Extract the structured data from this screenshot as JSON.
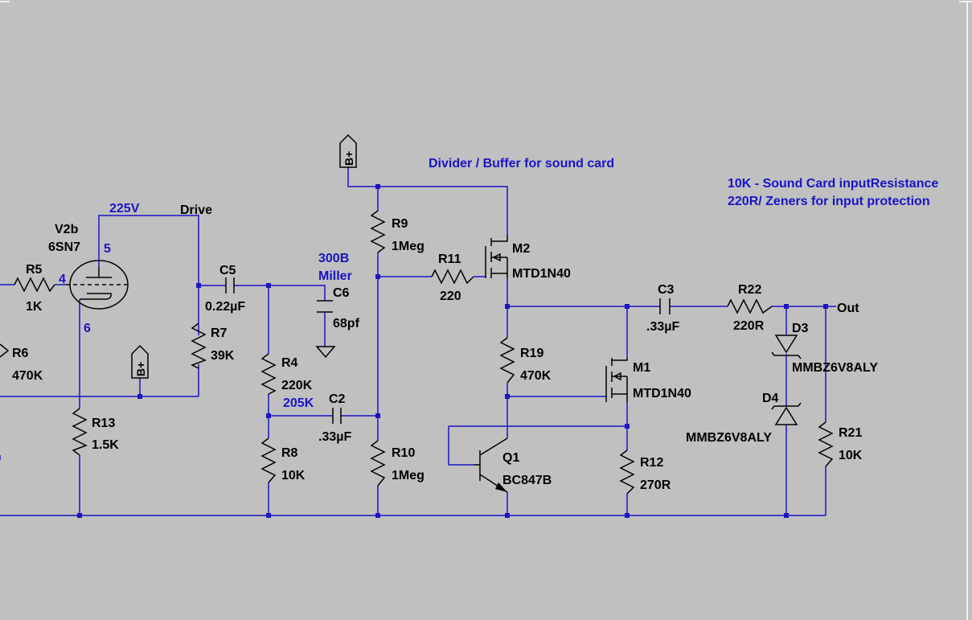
{
  "colors": {
    "background": "#c0c0c0",
    "wire": "#1b14c6",
    "component": "#000000",
    "annotation": "#1a14c8"
  },
  "comments": {
    "divider": "Divider / Buffer for sound card",
    "note1": "10K - Sound Card inputResistance",
    "note2": "220R/ Zeners for input protection"
  },
  "nets": {
    "plate_v": "225V",
    "drive": "Drive",
    "miller_a": "300B",
    "miller_b": "Miller",
    "tap": "205K",
    "out": "Out",
    "bplus": "B+"
  },
  "tube": {
    "ref": "V2b",
    "type": "6SN7",
    "pin_plate": "5",
    "pin_grid": "4",
    "pin_cathode": "6"
  },
  "parts": {
    "R5": {
      "ref": "R5",
      "value": "1K"
    },
    "R6": {
      "ref": "R6",
      "value": "470K"
    },
    "R13": {
      "ref": "R13",
      "value": "1.5K"
    },
    "R7": {
      "ref": "R7",
      "value": "39K"
    },
    "C5": {
      "ref": "C5",
      "value": "0.22µF"
    },
    "R4": {
      "ref": "R4",
      "value": "220K"
    },
    "R8": {
      "ref": "R8",
      "value": "10K"
    },
    "C6": {
      "ref": "C6",
      "value": "68pf"
    },
    "C2": {
      "ref": "C2",
      "value": ".33µF"
    },
    "R9": {
      "ref": "R9",
      "value": "1Meg"
    },
    "R10": {
      "ref": "R10",
      "value": "1Meg"
    },
    "R11": {
      "ref": "R11",
      "value": "220"
    },
    "M2": {
      "ref": "M2",
      "value": "MTD1N40"
    },
    "R19": {
      "ref": "R19",
      "value": "470K"
    },
    "M1": {
      "ref": "M1",
      "value": "MTD1N40"
    },
    "Q1": {
      "ref": "Q1",
      "value": "BC847B"
    },
    "R12": {
      "ref": "R12",
      "value": "270R"
    },
    "C3": {
      "ref": "C3",
      "value": ".33µF"
    },
    "R22": {
      "ref": "R22",
      "value": "220R"
    },
    "D3": {
      "ref": "D3",
      "value": "MMBZ6V8ALY"
    },
    "D4": {
      "ref": "D4",
      "value": "MMBZ6V8ALY"
    },
    "R21": {
      "ref": "R21",
      "value": "10K"
    }
  }
}
